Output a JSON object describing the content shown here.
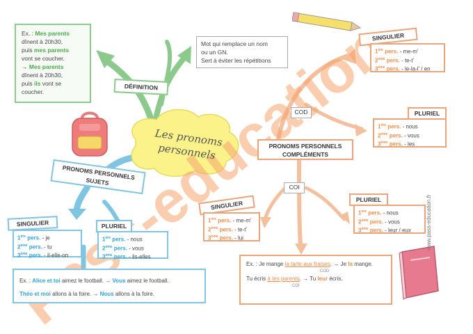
{
  "center_title": [
    "Les pronoms",
    "personnels"
  ],
  "definition": {
    "tag": "DÉFINITION",
    "text": [
      "Mot qui remplace un nom",
      "ou un GN.",
      "Sert à éviter les répétitions"
    ],
    "example": {
      "prefix": "Ex. :",
      "subject1": "Mes parents",
      "l2": "dînent à 20h30,",
      "l3a": "puis",
      "subject2": "mes parents",
      "l4": "vont se coucher.",
      "arrow": "→",
      "subject3": "Mes parents",
      "l6": "dînent à 20h30,",
      "l7a": "puis",
      "pronoun": "ils",
      "l7b": "vont se",
      "l8": "coucher."
    }
  },
  "subjects": {
    "tag": [
      "PRONOMS PERSONNELS",
      "SUJETS"
    ],
    "singulier": {
      "label": "SINGULIER",
      "rows": [
        [
          "1",
          "ère",
          "pers.",
          "- je"
        ],
        [
          "2",
          "ème",
          "pers.",
          "- tu"
        ],
        [
          "3",
          "ème",
          "pers.",
          "- il-elle-on"
        ]
      ]
    },
    "pluriel": {
      "label": "PLURIEL",
      "rows": [
        [
          "1",
          "ère",
          "pers.",
          "- nous"
        ],
        [
          "2",
          "ème",
          "pers.",
          "- vous"
        ],
        [
          "3",
          "ème",
          "pers.",
          "- ils-elles"
        ]
      ]
    },
    "example": {
      "prefix": "Ex. :",
      "s1": "Alice et toi",
      "t1": "aimez le football. →",
      "p1": "Vous",
      "t1b": "aimez le football.",
      "s2": "Théo et moi",
      "t2": "allons à la foire. →",
      "p2": "Nous",
      "t2b": "allons à la foire."
    }
  },
  "complements": {
    "tag": [
      "PRONOMS PERSONNELS",
      "COMPLÉMENTS"
    ],
    "cod": {
      "label": "COD",
      "singulier": {
        "label": "SINGULIER",
        "rows": [
          [
            "1",
            "ère",
            "pers.",
            "- me-m'"
          ],
          [
            "2",
            "ème",
            "pers.",
            "- te-t'"
          ],
          [
            "3",
            "ème",
            "pers.",
            "- le-la-l' / en"
          ]
        ]
      },
      "pluriel": {
        "label": "PLURIEL",
        "rows": [
          [
            "1",
            "ère",
            "pers.",
            "- nous"
          ],
          [
            "2",
            "ème",
            "pers.",
            "- vous"
          ],
          [
            "3",
            "ème",
            "pers.",
            "- les"
          ]
        ]
      }
    },
    "coi": {
      "label": "COI",
      "singulier": {
        "label": "SINGULIER",
        "rows": [
          [
            "1",
            "ère",
            "pers.",
            "- me-m'"
          ],
          [
            "2",
            "ème",
            "pers.",
            "- te-t'"
          ],
          [
            "3",
            "ème",
            "pers.",
            "- lui"
          ]
        ]
      },
      "pluriel": {
        "label": "PLURIEL",
        "rows": [
          [
            "1",
            "ère",
            "pers.",
            "- nous"
          ],
          [
            "2",
            "ème",
            "pers.",
            "- vous"
          ],
          [
            "3",
            "ème",
            "pers.",
            "- leur / eux"
          ]
        ]
      }
    },
    "example": {
      "prefix": "Ex. : Je mange",
      "obj1": "la tarte aux fraises",
      "t1": ". → Je",
      "p1": "la",
      "t1b": "mange.",
      "cap1": "COD",
      "a": "Tu écris",
      "obj2": "à tes parents",
      "t2": ". → Tu",
      "p2": "leur",
      "t2b": "écris.",
      "cap2": "COI"
    }
  },
  "watermark": "Pass-education",
  "side_url": "www.pass-education.fr",
  "colors": {
    "green": "#8cc98c",
    "blue": "#7fc4e0",
    "orange": "#e9a47a",
    "cloud": "#fbf38a"
  }
}
